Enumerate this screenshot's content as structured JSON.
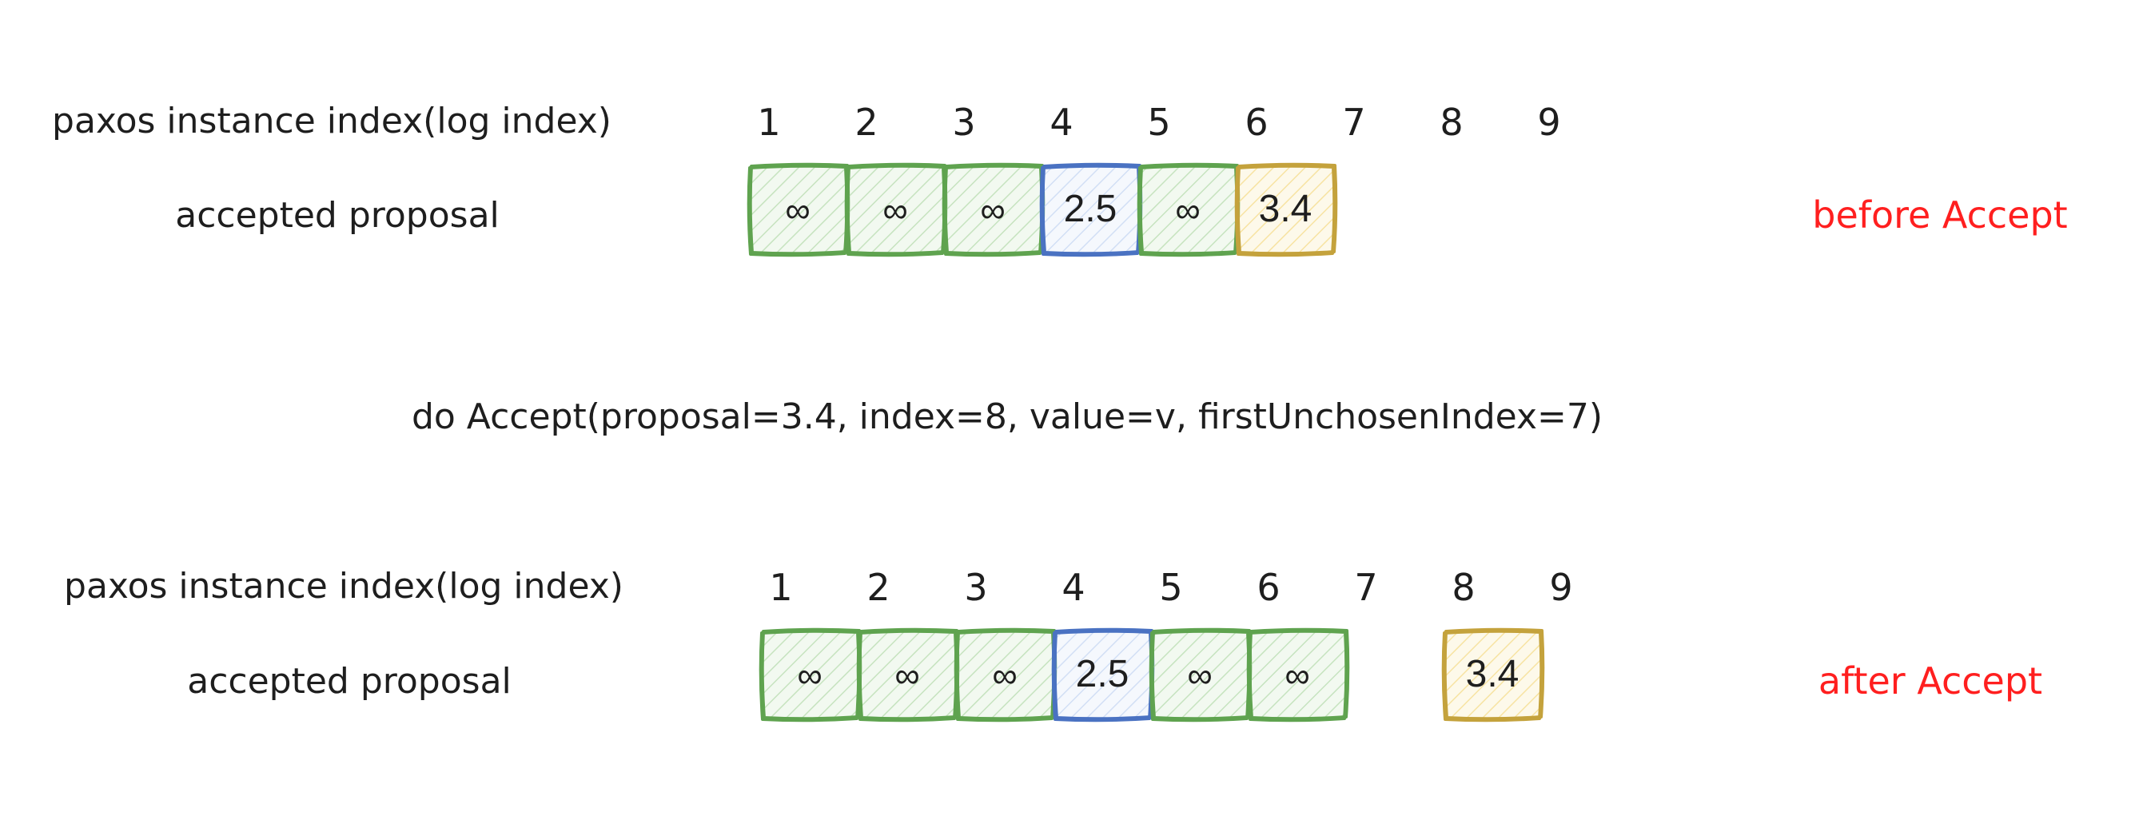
{
  "colors": {
    "green_stroke": "#5fa34f",
    "green_fill": "#b8dcae",
    "blue_stroke": "#4a72c2",
    "blue_fill": "#c7d6f2",
    "yellow_stroke": "#c4a23c",
    "yellow_fill": "#f5dc8a",
    "label_red": "#ff1f1f"
  },
  "before": {
    "row_label_index": "paxos instance index(log index)",
    "row_label_proposal": "accepted proposal",
    "indices": [
      "1",
      "2",
      "3",
      "4",
      "5",
      "6",
      "7",
      "8",
      "9"
    ],
    "cells": [
      {
        "slot": 1,
        "text": "∞",
        "color": "green"
      },
      {
        "slot": 2,
        "text": "∞",
        "color": "green"
      },
      {
        "slot": 3,
        "text": "∞",
        "color": "green"
      },
      {
        "slot": 4,
        "text": "2.5",
        "color": "blue"
      },
      {
        "slot": 5,
        "text": "∞",
        "color": "green"
      },
      {
        "slot": 6,
        "text": "3.4",
        "color": "yellow"
      }
    ],
    "state_label": "before Accept"
  },
  "operation": "do Accept(proposal=3.4, index=8, value=v, firstUnchosenIndex=7)",
  "after": {
    "row_label_index": "paxos instance index(log index)",
    "row_label_proposal": "accepted proposal",
    "indices": [
      "1",
      "2",
      "3",
      "4",
      "5",
      "6",
      "7",
      "8",
      "9"
    ],
    "cells": [
      {
        "slot": 1,
        "text": "∞",
        "color": "green"
      },
      {
        "slot": 2,
        "text": "∞",
        "color": "green"
      },
      {
        "slot": 3,
        "text": "∞",
        "color": "green"
      },
      {
        "slot": 4,
        "text": "2.5",
        "color": "blue"
      },
      {
        "slot": 5,
        "text": "∞",
        "color": "green"
      },
      {
        "slot": 6,
        "text": "∞",
        "color": "green"
      },
      {
        "slot": 8,
        "text": "3.4",
        "color": "yellow"
      }
    ],
    "state_label": "after Accept"
  }
}
